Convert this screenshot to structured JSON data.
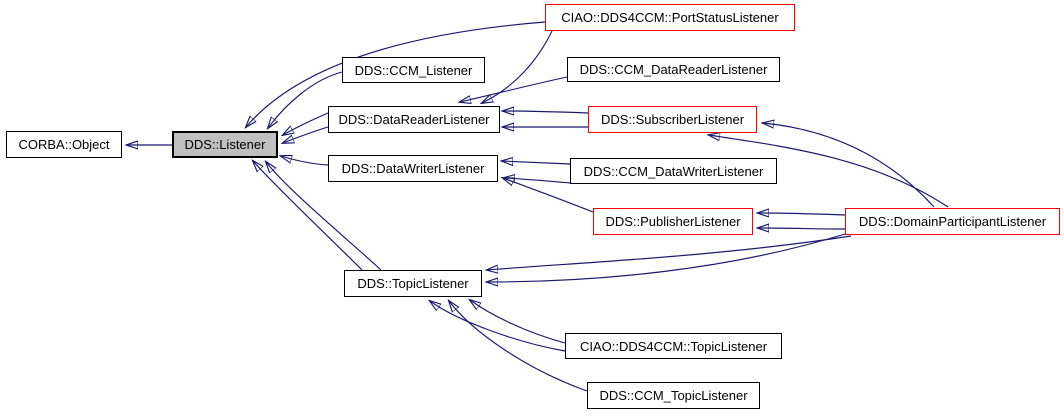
{
  "diagram": {
    "kind": "class-inheritance-graph",
    "focus_class": "DDS::Listener",
    "colors": {
      "edge": "#191970",
      "focus_fill": "#c0c0c0",
      "red_border": "#ff0000",
      "black_border": "#000000",
      "box_fill": "#ffffff"
    },
    "nodes": [
      {
        "id": "corba-object",
        "label": "CORBA::Object",
        "border": "black",
        "focus": false
      },
      {
        "id": "dds-listener",
        "label": "DDS::Listener",
        "border": "black",
        "focus": true
      },
      {
        "id": "ccm-listener",
        "label": "DDS::CCM_Listener",
        "border": "black",
        "focus": false
      },
      {
        "id": "datareader-listener",
        "label": "DDS::DataReaderListener",
        "border": "black",
        "focus": false
      },
      {
        "id": "portstatus-listener",
        "label": "CIAO::DDS4CCM::PortStatusListener",
        "border": "red",
        "focus": false
      },
      {
        "id": "ccm-datareader-listener",
        "label": "DDS::CCM_DataReaderListener",
        "border": "black",
        "focus": false
      },
      {
        "id": "subscriber-listener",
        "label": "DDS::SubscriberListener",
        "border": "red",
        "focus": false
      },
      {
        "id": "datawriter-listener",
        "label": "DDS::DataWriterListener",
        "border": "black",
        "focus": false
      },
      {
        "id": "ccm-datawriter-listener",
        "label": "DDS::CCM_DataWriterListener",
        "border": "black",
        "focus": false
      },
      {
        "id": "publisher-listener",
        "label": "DDS::PublisherListener",
        "border": "red",
        "focus": false
      },
      {
        "id": "domainparticipant-listener",
        "label": "DDS::DomainParticipantListener",
        "border": "red",
        "focus": false
      },
      {
        "id": "topic-listener",
        "label": "DDS::TopicListener",
        "border": "black",
        "focus": false
      },
      {
        "id": "ciao-topic-listener",
        "label": "CIAO::DDS4CCM::TopicListener",
        "border": "black",
        "focus": false
      },
      {
        "id": "ccm-topic-listener",
        "label": "DDS::CCM_TopicListener",
        "border": "black",
        "focus": false
      }
    ],
    "edges": [
      {
        "from": "DDS::Listener",
        "to": "CORBA::Object"
      },
      {
        "from": "DDS::CCM_Listener",
        "to": "DDS::Listener"
      },
      {
        "from": "CIAO::DDS4CCM::PortStatusListener",
        "to": "DDS::Listener"
      },
      {
        "from": "DDS::DataReaderListener",
        "to": "DDS::Listener"
      },
      {
        "from": "DDS::DataWriterListener",
        "to": "DDS::Listener"
      },
      {
        "from": "DDS::TopicListener",
        "to": "DDS::Listener"
      },
      {
        "from": "CIAO::DDS4CCM::PortStatusListener",
        "to": "DDS::DataReaderListener"
      },
      {
        "from": "DDS::CCM_DataReaderListener",
        "to": "DDS::DataReaderListener"
      },
      {
        "from": "DDS::SubscriberListener",
        "to": "DDS::DataReaderListener"
      },
      {
        "from": "DDS::CCM_DataWriterListener",
        "to": "DDS::DataWriterListener"
      },
      {
        "from": "DDS::PublisherListener",
        "to": "DDS::DataWriterListener"
      },
      {
        "from": "DDS::DomainParticipantListener",
        "to": "DDS::SubscriberListener"
      },
      {
        "from": "DDS::DomainParticipantListener",
        "to": "DDS::PublisherListener"
      },
      {
        "from": "DDS::DomainParticipantListener",
        "to": "DDS::TopicListener"
      },
      {
        "from": "CIAO::DDS4CCM::TopicListener",
        "to": "DDS::TopicListener"
      },
      {
        "from": "DDS::CCM_TopicListener",
        "to": "DDS::TopicListener"
      }
    ]
  }
}
